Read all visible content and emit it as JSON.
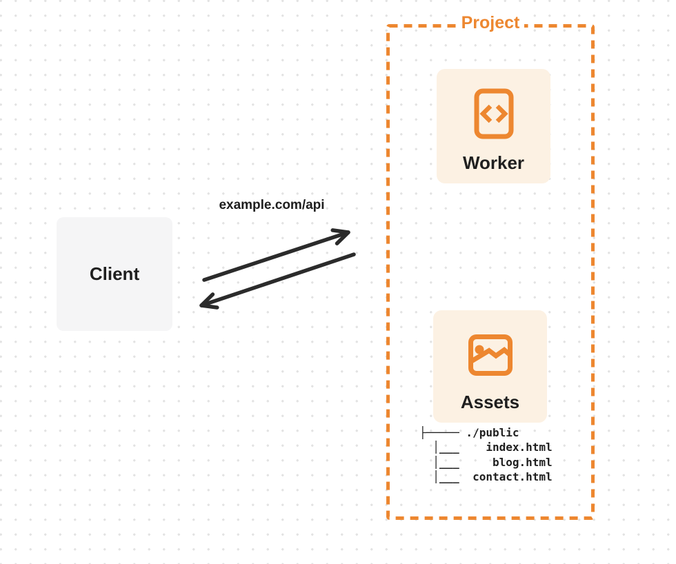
{
  "diagram": {
    "client": {
      "label": "Client"
    },
    "request": {
      "url_label": "example.com/api"
    },
    "project": {
      "label": "Project",
      "worker": {
        "label": "Worker",
        "icon": "code-file-icon"
      },
      "assets": {
        "label": "Assets",
        "icon": "image-icon"
      },
      "file_tree": {
        "lines": [
          "├───── ./public",
          "  │___    index.html",
          "  │___     blog.html",
          "  │___  contact.html"
        ]
      }
    },
    "colors": {
      "accent_orange": "#ed8730",
      "card_cream": "#fcf1e3",
      "client_gray": "#f5f5f6",
      "arrow_dark": "#2b2b2b",
      "text_dark": "#1f1f1f",
      "dot_grid": "#e3e3e3"
    }
  }
}
